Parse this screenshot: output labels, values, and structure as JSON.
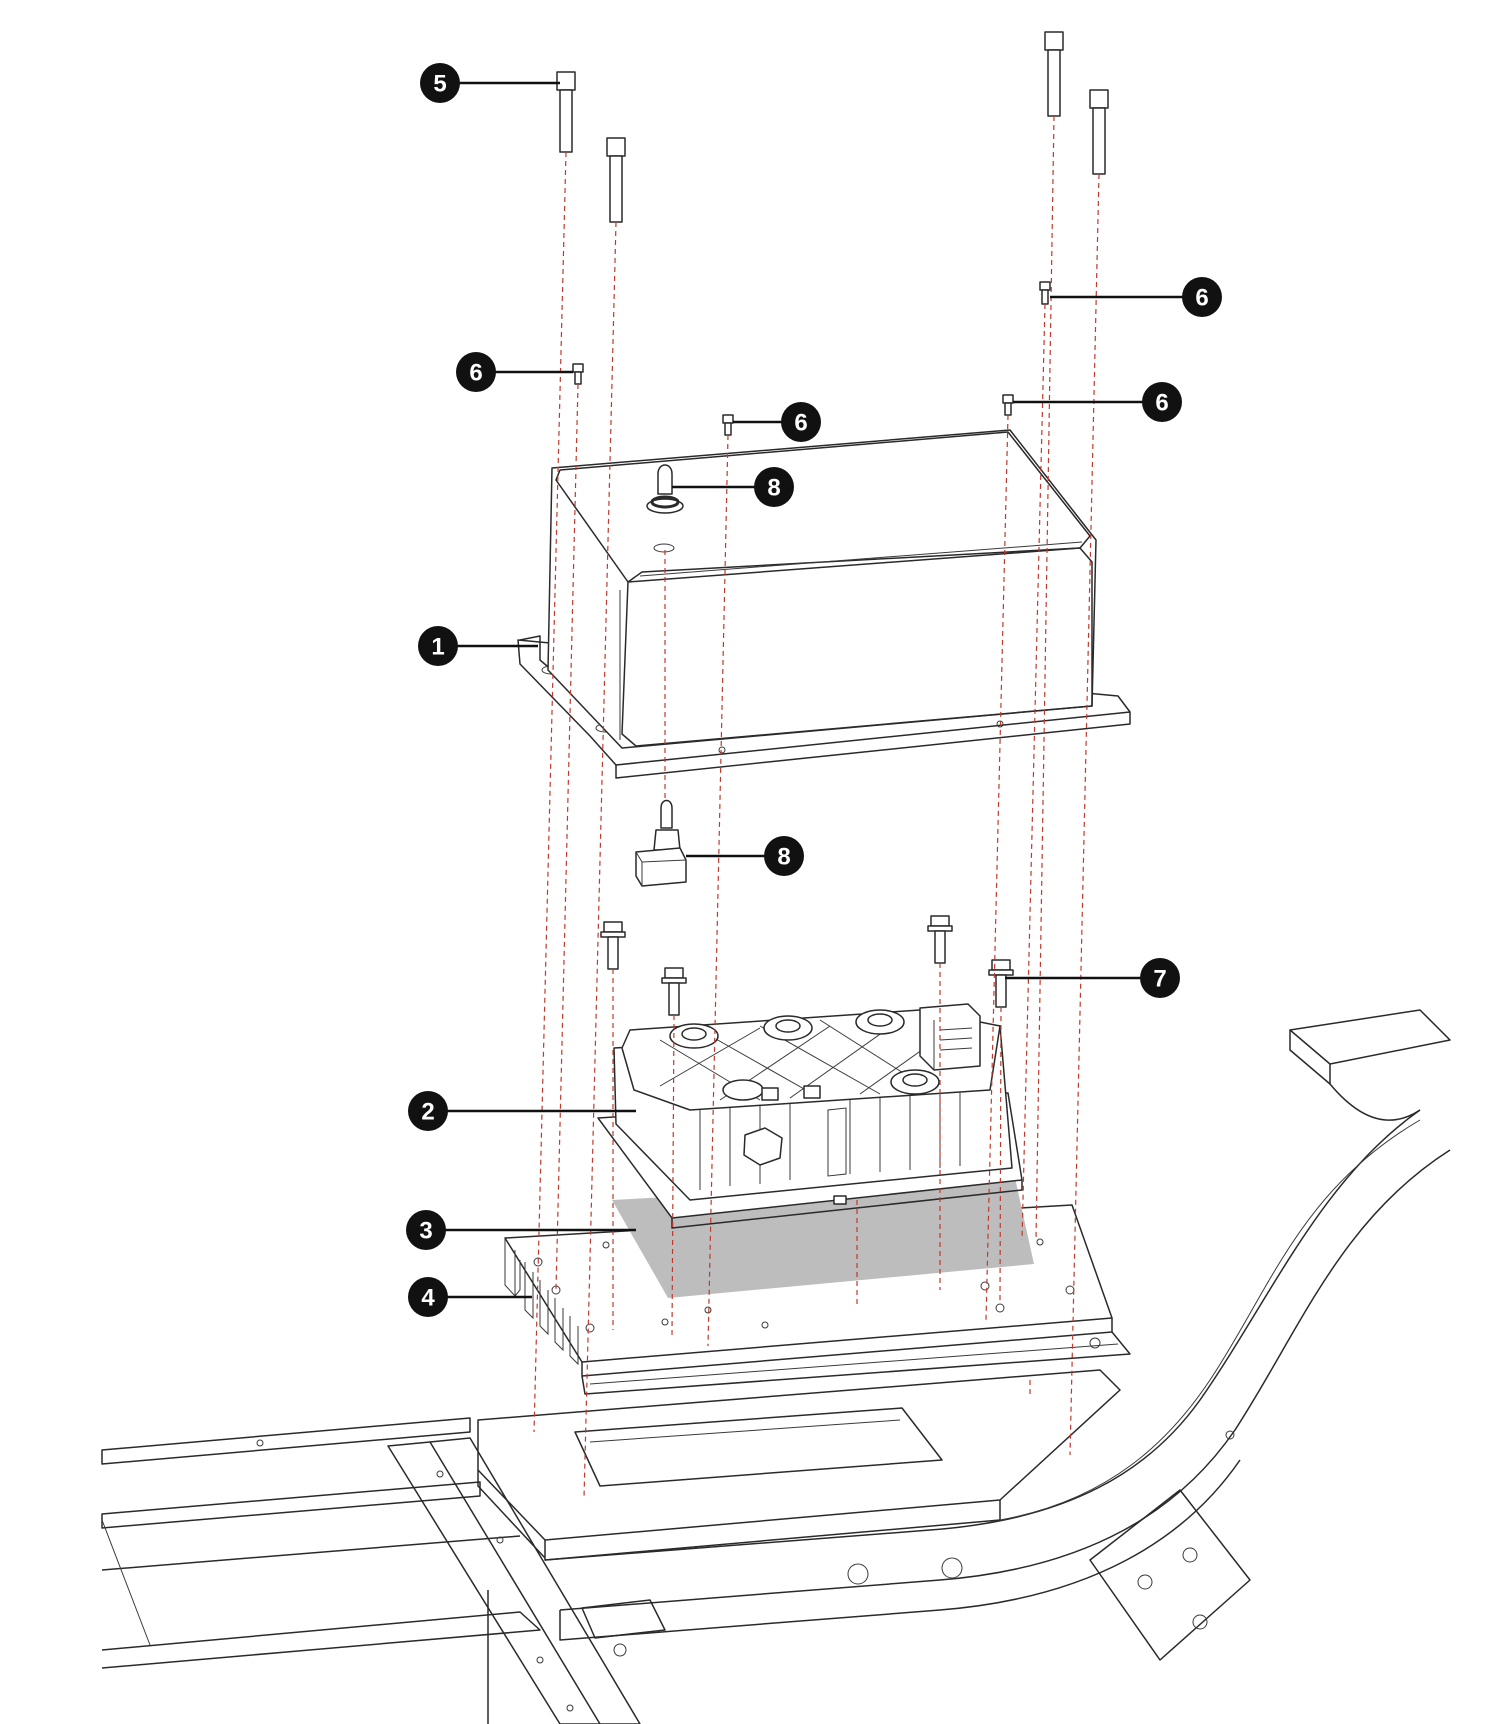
{
  "callouts": [
    {
      "number": "1",
      "part": "cover"
    },
    {
      "number": "2",
      "part": "motor-controller"
    },
    {
      "number": "3",
      "part": "thermal-pad"
    },
    {
      "number": "4",
      "part": "heatsink"
    },
    {
      "number": "5",
      "part": "long-bolt"
    },
    {
      "number": "6",
      "part": "small-screw"
    },
    {
      "number": "6",
      "part": "small-screw"
    },
    {
      "number": "6",
      "part": "small-screw"
    },
    {
      "number": "6",
      "part": "small-screw"
    },
    {
      "number": "7",
      "part": "flange-bolt"
    },
    {
      "number": "8",
      "part": "toggle-switch-top"
    },
    {
      "number": "8",
      "part": "toggle-switch-body"
    }
  ],
  "colors": {
    "line": "#2a2a2a",
    "assembly_axis": "#c0392b",
    "bubble": "#111111",
    "thermal_pad": "#bdbdbd"
  }
}
